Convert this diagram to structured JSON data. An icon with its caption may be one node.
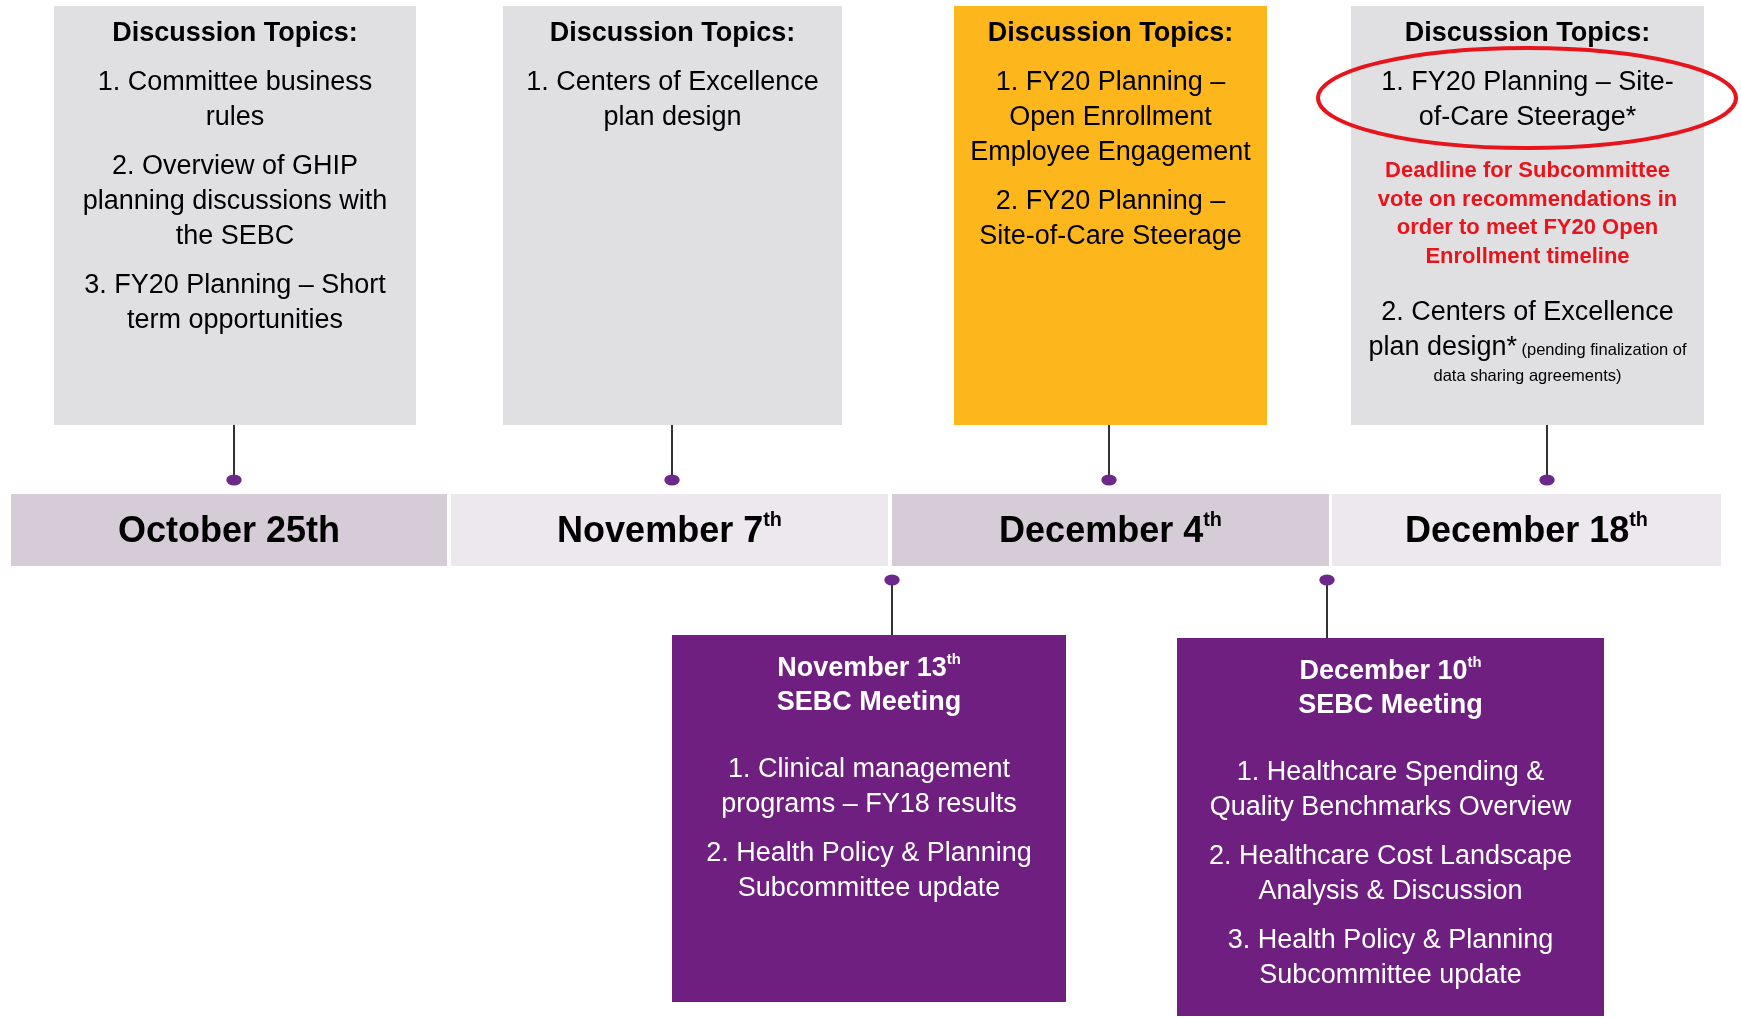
{
  "diagram": {
    "nodes": [
      {
        "text": [
          "Discussion Topics:",
          "1. Committee business rules",
          "2. Overview of GHIP planning discussions with the SEBC",
          "3. FY20 Planning – Short term opportunities"
        ]
      },
      {
        "text": [
          "Discussion Topics:",
          "1. Centers of Excellence plan design"
        ]
      },
      {
        "text": [
          "Discussion Topics:",
          "1. FY20 Planning – Open Enrollment Employee Engagement",
          "2. FY20 Planning – Site-of-Care Steerage"
        ]
      },
      {
        "text": [
          "Discussion Topics:",
          "1.   FY20 Planning – Site-of-Care Steerage*",
          "Deadline for Subcommittee vote on recommendations in order to meet FY20 Open Enrollment timeline",
          "2. Centers of Excellence plan design*",
          "(pending finalization of data sharing agreements)"
        ]
      },
      {
        "text": [
          "October 25th"
        ]
      },
      {
        "text": [
          "November 7$^{th}$"
        ]
      },
      {
        "text": [
          "December 4$^{th}$"
        ]
      },
      {
        "text": [
          "December 18$^{th}$"
        ]
      },
      {
        "text": [
          "November 13$^{th}$",
          "SEBC Meeting",
          "1. Clinical management programs – FY18 results",
          "2. Health Policy & Planning Subcommittee update"
        ]
      },
      {
        "text": [
          "December 10$^{th}$",
          "SEBC Meeting",
          "1. Healthcare Spending & Quality Benchmarks Overview",
          "2. Healthcare Cost Landscape Analysis & Discussion",
          "3. Health Policy & Planning Subcommittee update"
        ]
      }
    ],
    "edges": [
      {
        "from": 0,
        "to": 4,
        "arrow": "other"
      },
      {
        "from": 1,
        "to": 5,
        "arrow": "other"
      },
      {
        "from": 2,
        "to": 6,
        "arrow": "other"
      },
      {
        "from": 3,
        "to": 7,
        "arrow": "other"
      },
      {
        "from": 8,
        "to": 5,
        "arrow": "other"
      },
      {
        "from": 9,
        "to": 7,
        "arrow": "other"
      }
    ]
  }
}
